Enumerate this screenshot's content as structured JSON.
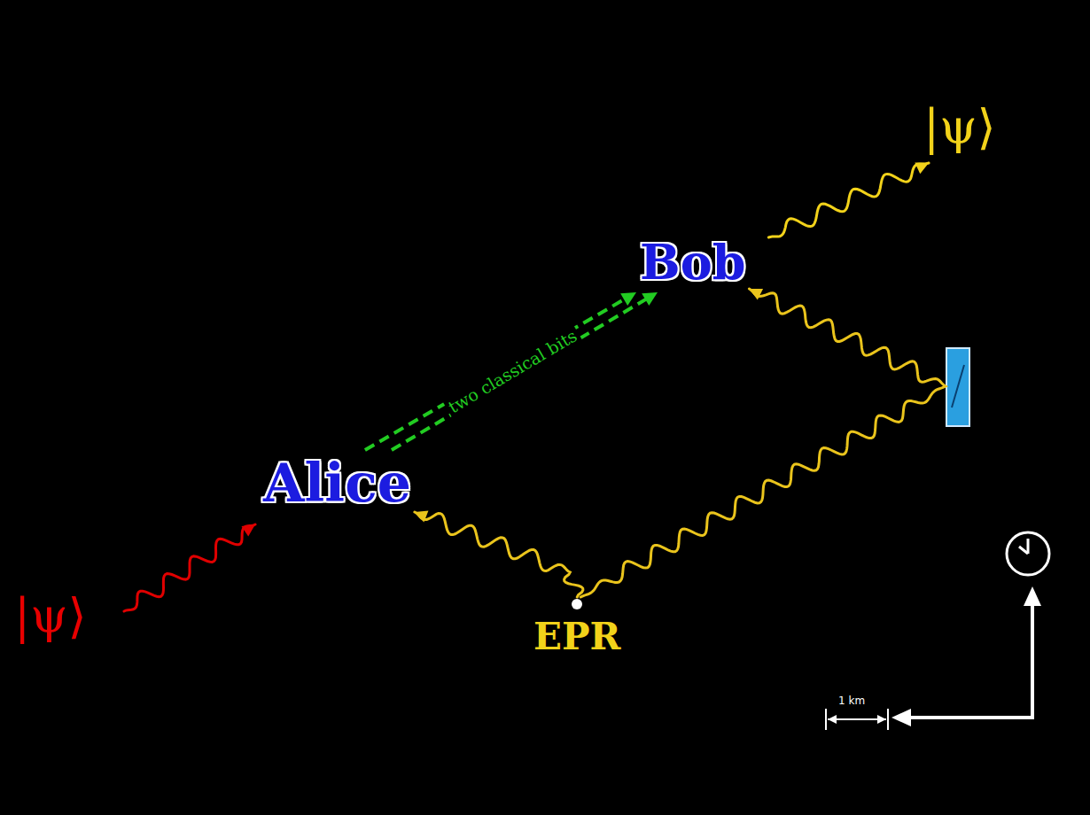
{
  "diagram": {
    "nodes": [
      {
        "text": [
          "Alice"
        ]
      },
      {
        "text": [
          "Bob"
        ]
      },
      {
        "text": [
          "EPR"
        ]
      }
    ],
    "edges": [
      {
        "from": 0,
        "to": 1,
        "label": "two classical bits",
        "arrow": "to"
      },
      {
        "from": 0,
        "to": 1,
        "arrow": "to"
      },
      {
        "from": 2,
        "to": 0,
        "arrow": "to"
      },
      {
        "from": 2,
        "to": 1,
        "arrow": "to"
      }
    ],
    "labels": [
      "|ψ⟩",
      "|ψ⟩",
      "1 km"
    ]
  }
}
